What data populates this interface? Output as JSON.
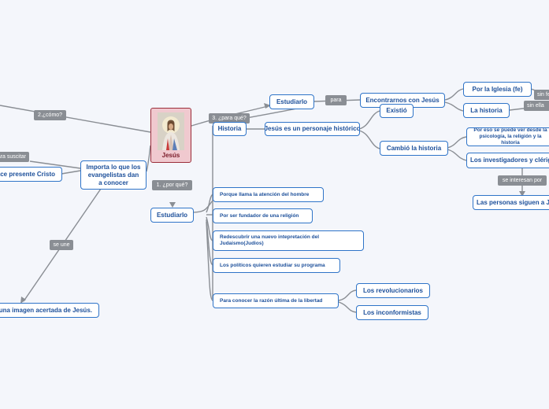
{
  "center": {
    "title": "Jesús"
  },
  "nodes": {
    "por_que_estudiar": "Estudiarlo",
    "para_estudiar": "Estudiarlo",
    "historia": "Historia",
    "personaje_historico": "Jesús es un personaje histórico",
    "encontrarnos": "Encontrarnos con Jesús",
    "existio": "Existió",
    "cambio_historia": "Cambió la historia",
    "por_la_iglesia": "Por la Iglesia (fe)",
    "la_historia": "La historia",
    "por_eso": "Por eso se puede ver desde la psicología, la religión y la historia",
    "investigadores": "Los investigadores y clérigos",
    "personas_siguen": "Las personas siguen a Jesús",
    "atencion_hombre": "Porque llama la atención del hombre",
    "fundador_religion": "Por ser fundador de una religión",
    "redescubrir": "Redescubrir una nuevo intepretación del Judaismo(Judios)",
    "politicos": "Los políticos quieren estudiar su programa",
    "razon_libertad": "Para conocer la razón última de la libertad",
    "revolucionarios": "Los revolucionarios",
    "inconformistas": "Los inconformistas",
    "importa_evangelistas": "Importa lo que los evangelistas dan a conocer",
    "hace_presente": "hace presente Cristo",
    "imagen_acertada": "una imagen acertada de Jesús."
  },
  "labels": {
    "por_que": "1. ¿por qué?",
    "para_que": "3. ¿para qué?",
    "como": "2.¿cómo?",
    "para": "para",
    "sin_fe": "sin fe",
    "sin_ella": "sin ella",
    "se_interesan": "se interesan por",
    "se_une": "se une",
    "para_suscitar": "para suscitar"
  },
  "colors": {
    "node_border": "#2f74c8",
    "node_text": "#1c4f9a",
    "label_bg": "#8a8e94",
    "center_bg": "#f0c9cf",
    "center_border": "#9b2d3a",
    "connector": "#8a8e94"
  }
}
